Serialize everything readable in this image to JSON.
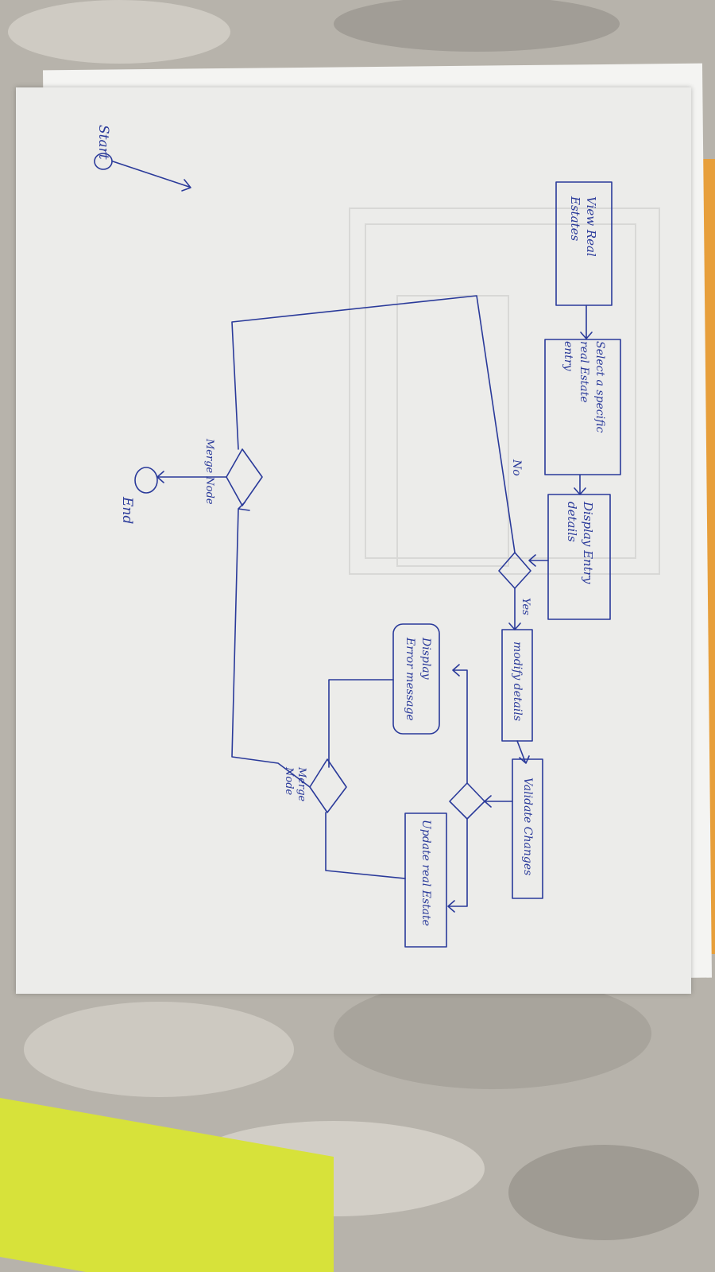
{
  "diagram": {
    "start_label": "Start",
    "end_label": "End",
    "nodes": {
      "view_estates": {
        "line1": "View Real",
        "line2": "Estates"
      },
      "select_entry": {
        "line1": "Select a specific",
        "line2": "real Estate",
        "line3": "entry"
      },
      "display_details": {
        "line1": "Display Entry",
        "line2": "details"
      },
      "modify_details": {
        "line1": "modify details"
      },
      "validate_changes": {
        "line1": "Validate Changes"
      },
      "update_estate": {
        "line1": "Update real Estate"
      },
      "display_error": {
        "line1": "Display",
        "line2": "Error message"
      }
    },
    "edge_labels": {
      "yes": "Yes",
      "no": "No"
    },
    "merge_labels": {
      "merge_lower": "Merge Node",
      "merge_upper_line1": "Merge",
      "merge_upper_line2": "Node"
    }
  },
  "colors": {
    "ink": "#2a3a9a",
    "paper": "#ececea",
    "fabric": "#b9b5ad"
  }
}
